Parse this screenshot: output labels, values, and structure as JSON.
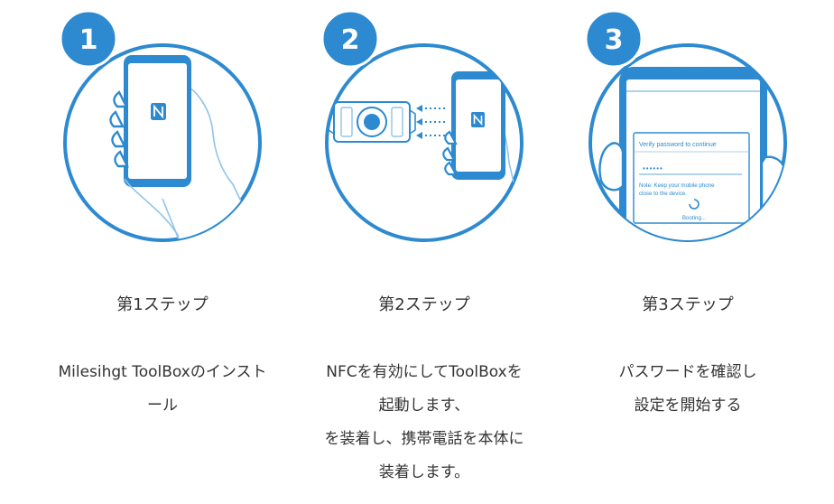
{
  "colors": {
    "accent": "#2d8ad0",
    "line_light": "#8fc3ea",
    "text": "#333333"
  },
  "steps": [
    {
      "number": "1",
      "title": "第1ステップ",
      "description_lines": [
        "Milesihgt ToolBoxのインスト",
        "ール"
      ],
      "icons": [
        "hand-holding-phone-icon",
        "nfc-icon"
      ]
    },
    {
      "number": "2",
      "title": "第2ステップ",
      "description_lines": [
        "NFCを有効にしてToolBoxを",
        "起動します、",
        "を装着し、携帯電話を本体に",
        "装着します。"
      ],
      "icons": [
        "device-icon",
        "phone-icon",
        "nfc-icon"
      ]
    },
    {
      "number": "3",
      "title": "第3ステップ",
      "description_lines": [
        "パスワードを確認し",
        "設定を開始する"
      ],
      "icons": [
        "phone-icon",
        "loading-spinner-icon"
      ],
      "dialog": {
        "title": "Verify password to continue",
        "password": "••••••",
        "note_line1": "Note: Keep your mobile phone",
        "note_line2": "close to the device.",
        "status": "Booting..."
      }
    }
  ]
}
